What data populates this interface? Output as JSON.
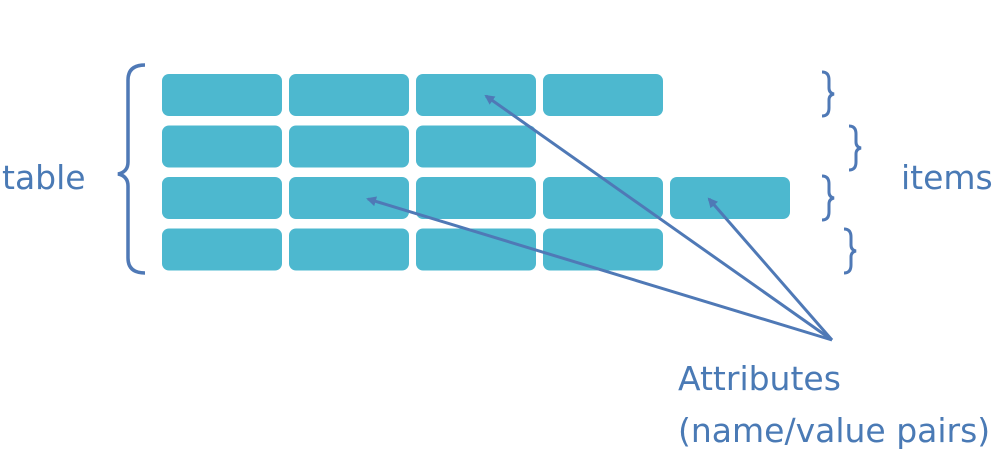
{
  "labels": {
    "table": "table",
    "items": "items",
    "attributes": "Attributes",
    "attributes_sub": "(name/value pairs)"
  },
  "structure": {
    "rows": [
      {
        "attribute_count": 4
      },
      {
        "attribute_count": 3
      },
      {
        "attribute_count": 5
      },
      {
        "attribute_count": 4
      }
    ]
  },
  "colors": {
    "cell_fill": "#4db8cf",
    "line_color": "#4f79b6",
    "text_color": "#4a7ab5"
  }
}
